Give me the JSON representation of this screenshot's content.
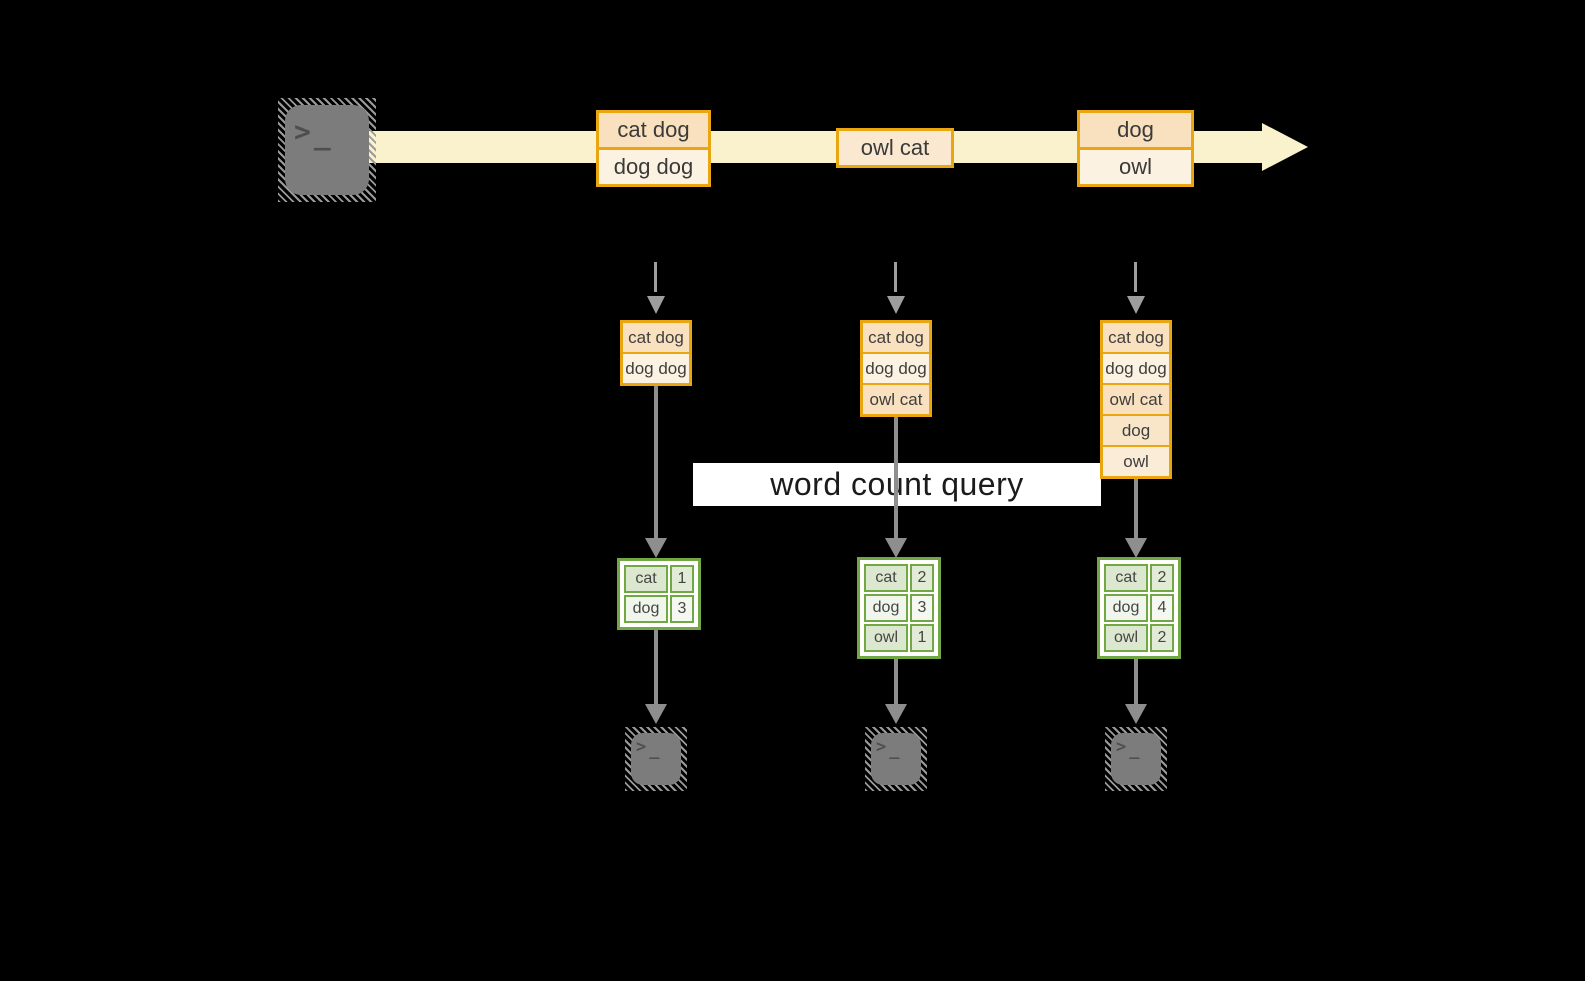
{
  "palette": {
    "background": "#000000",
    "stream_fill": "#FAF1CD",
    "amber_border": "#EAA611",
    "peach_fill": "#F9E1BF",
    "cream_fill": "#FCF2E2",
    "mid_peach_fill": "#FAE8D0",
    "green_border": "#72A844",
    "green_cell": "#DBE8CF",
    "green_cell_light": "#F1F6EC",
    "arrow_gray": "#8E8E8E",
    "dash_arrow_gray": "#9E9E9E",
    "terminal_gray": "#7C7C7C",
    "banner_bg": "#FFFFFF",
    "banner_text": "#1B1B1B"
  },
  "icons": {
    "source": "terminal-icon",
    "sink": "terminal-icon",
    "prompt_chevron": ">",
    "prompt_underscore": "_"
  },
  "stream": {
    "batches": [
      {
        "messages": [
          "cat dog",
          "dog dog"
        ]
      },
      {
        "messages": [
          "owl cat"
        ]
      },
      {
        "messages": [
          "dog",
          "owl"
        ]
      }
    ]
  },
  "state_tables": [
    {
      "rows": [
        "cat dog",
        "dog dog"
      ]
    },
    {
      "rows": [
        "cat dog",
        "dog dog",
        "owl cat"
      ]
    },
    {
      "rows": [
        "cat dog",
        "dog dog",
        "owl cat",
        "dog",
        "owl"
      ]
    }
  ],
  "query": {
    "label": "word count query"
  },
  "result_tables": [
    {
      "rows": [
        {
          "word": "cat",
          "count": "1"
        },
        {
          "word": "dog",
          "count": "3"
        }
      ]
    },
    {
      "rows": [
        {
          "word": "cat",
          "count": "2"
        },
        {
          "word": "dog",
          "count": "3"
        },
        {
          "word": "owl",
          "count": "1"
        }
      ]
    },
    {
      "rows": [
        {
          "word": "cat",
          "count": "2"
        },
        {
          "word": "dog",
          "count": "4"
        },
        {
          "word": "owl",
          "count": "2"
        }
      ]
    }
  ]
}
